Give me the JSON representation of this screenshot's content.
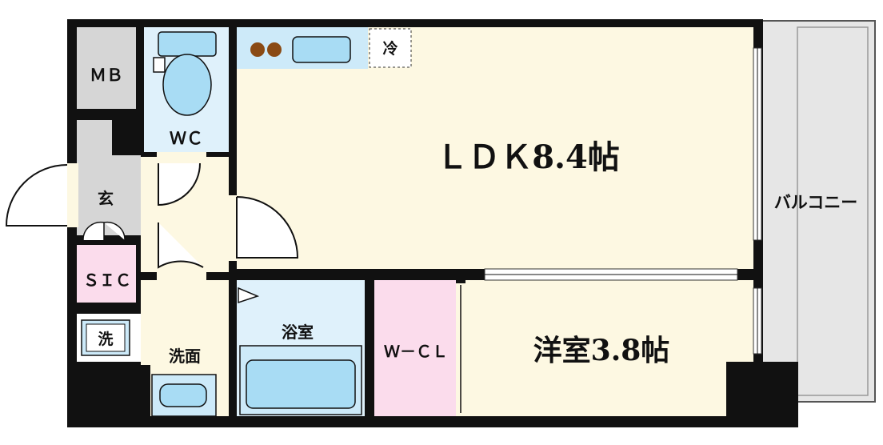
{
  "floorplan": {
    "rooms": {
      "ldk": "ＬＤＫ8.4帖",
      "western": "洋室3.8帖",
      "wc": "ＷＣ",
      "mb": "ＭＢ",
      "entrance": "玄",
      "sic": "ＳＩＣ",
      "bath": "浴室",
      "washroom": "洗面",
      "wcl": "Ｗ－ＣＬ",
      "balcony": "バルコニー"
    },
    "fixtures": {
      "fridge": "冷",
      "washer": "洗"
    },
    "colors": {
      "wall": "#111111",
      "living": "#fdf8e2",
      "wet_area": "#dff1fb",
      "closet": "#fbdcec",
      "storage": "#d6d6d6",
      "balcony": "#e6e6e6",
      "fixture_blue": "#a8dcf4",
      "burner": "#8a4a14"
    }
  }
}
